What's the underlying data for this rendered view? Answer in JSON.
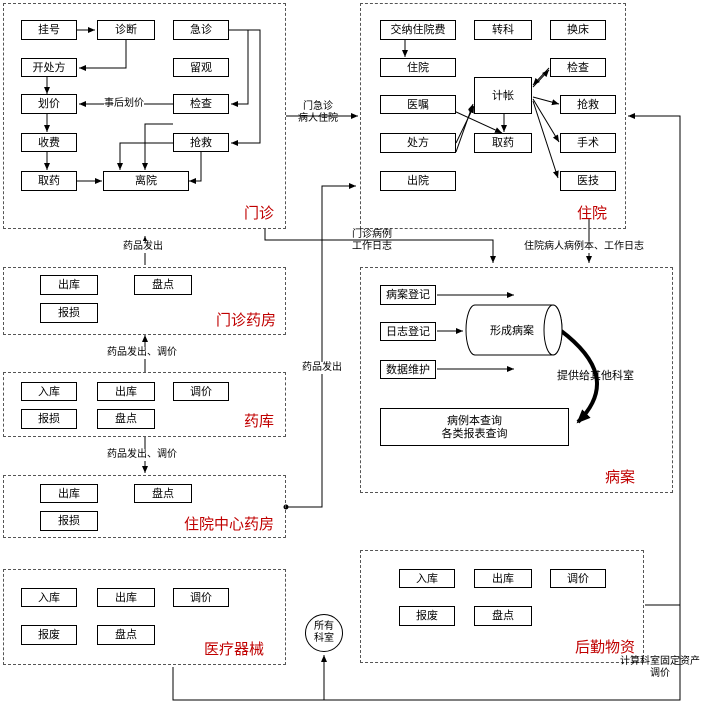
{
  "outpatient": {
    "title": "门诊",
    "nodes": {
      "register": "挂号",
      "diagnose": "诊断",
      "emergency": "急诊",
      "prescribe": "开处方",
      "observe": "留观",
      "pricing": "划价",
      "exam": "检查",
      "charge": "收费",
      "rescue": "抢救",
      "dispense": "取药",
      "leave": "离院"
    },
    "post_pricing_label": "事后划价"
  },
  "inpatient": {
    "title": "住院",
    "nodes": {
      "deposit": "交纳住院费",
      "transfer": "转科",
      "bed_change": "换床",
      "admit": "住院",
      "exam": "检查",
      "billing": "计帐",
      "order": "医嘱",
      "rescue": "抢救",
      "prescription": "处方",
      "dispense": "取药",
      "surgery": "手术",
      "discharge": "出院",
      "medtech": "医技"
    }
  },
  "outpatient_pharmacy": {
    "title": "门诊药房",
    "nodes": {
      "out": "出库",
      "check": "盘点",
      "report": "报损"
    }
  },
  "pharmacy": {
    "title": "药库",
    "nodes": {
      "in": "入库",
      "out": "出库",
      "price": "调价",
      "loss": "报损",
      "check": "盘点"
    }
  },
  "central_pharmacy": {
    "title": "住院中心药房",
    "nodes": {
      "out": "出库",
      "check": "盘点",
      "loss": "报损"
    }
  },
  "medical_devices": {
    "title": "医疗器械",
    "nodes": {
      "in": "入库",
      "out": "出库",
      "price": "调价",
      "scrap": "报废",
      "check": "盘点"
    }
  },
  "records": {
    "title": "病案",
    "nodes": {
      "case_reg": "病案登记",
      "log_reg": "日志登记",
      "maintain": "数据维护",
      "form_case": "形成病案",
      "query1": "病例本查询",
      "query2": "各类报表查询"
    },
    "provide_label": "提供给其他科室"
  },
  "logistics": {
    "title": "后勤物资",
    "nodes": {
      "in": "入库",
      "out": "出库",
      "price": "调价",
      "scrap": "报废",
      "check": "盘点"
    }
  },
  "all_departments": {
    "line1": "所有",
    "line2": "科室"
  },
  "edges": {
    "emergency_admit_1": "门急诊",
    "emergency_admit_2": "病人住院",
    "outpatient_log_1": "门诊病例",
    "outpatient_log_2": "工作日志",
    "inpatient_log": "住院病人病例本、工作日志",
    "drug_out_outpatient": "药品发出",
    "drug_out_adjust_1": "药品发出、调价",
    "drug_out_adjust_2": "药品发出、调价",
    "drug_out_right": "药品发出",
    "asset_1": "计算科室固定资产",
    "asset_2": "调价"
  },
  "colors": {
    "title": "#c00000",
    "line": "#000000"
  }
}
